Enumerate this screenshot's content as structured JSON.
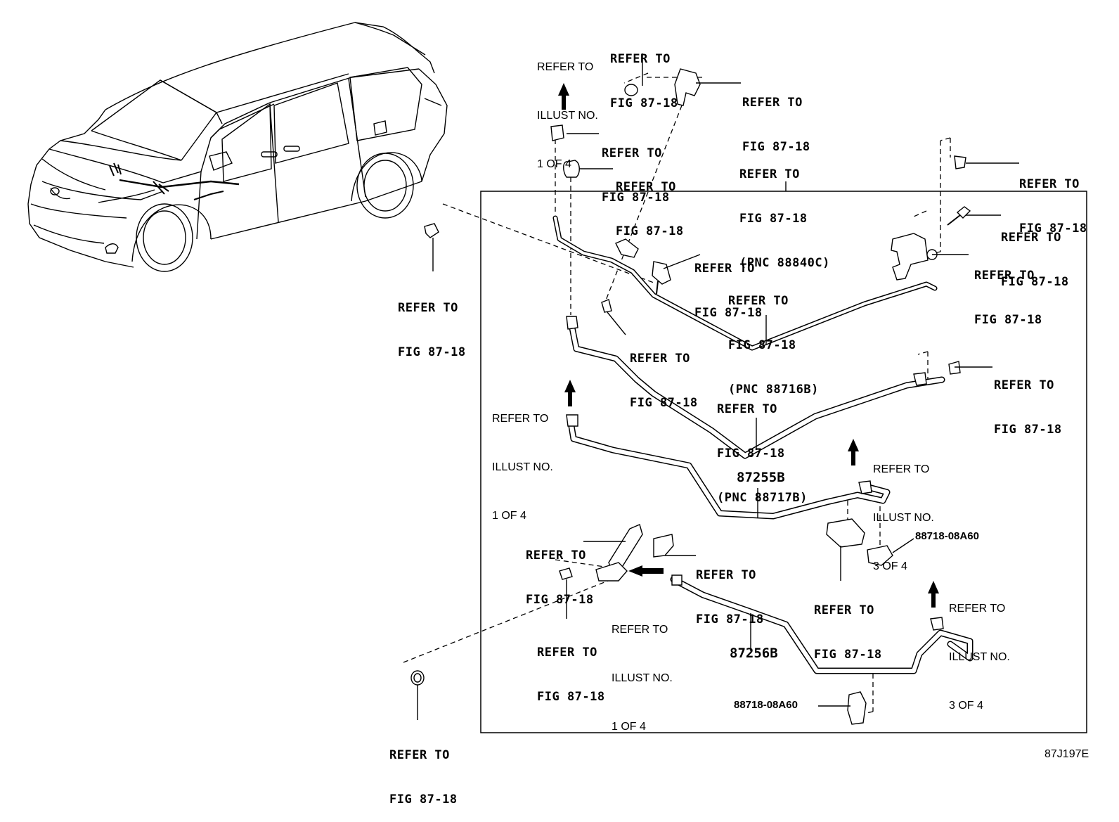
{
  "figure_code": "87J197E",
  "labels": {
    "illust_top": [
      "REFER TO",
      "ILLUST NO.",
      "1 OF 4"
    ],
    "fig_top_1": [
      "REFER TO",
      "FIG 87-18"
    ],
    "fig_top_2": [
      "REFER TO",
      "FIG 87-18"
    ],
    "fig_clip_a": [
      "REFER TO",
      "FIG 87-18"
    ],
    "fig_clip_b": [
      "REFER TO",
      "FIG 87-18"
    ],
    "fig_pnc_88840c": [
      "REFER TO",
      "FIG 87-18",
      "(PNC 88840C)"
    ],
    "fig_top_right": [
      "REFER TO",
      "FIG 87-18"
    ],
    "fig_left_clip": [
      "REFER TO",
      "FIG 87-18"
    ],
    "fig_bolt_right": [
      "REFER TO",
      "FIG 87-18"
    ],
    "fig_bracket_right": [
      "REFER TO",
      "FIG 87-18"
    ],
    "fig_valve": [
      "REFER TO",
      "FIG 87-18"
    ],
    "fig_pnc_88716b": [
      "REFER TO",
      "FIG 87-18",
      "(PNC 88716B)"
    ],
    "fig_bolt_mid": [
      "REFER TO",
      "FIG 87-18"
    ],
    "fig_right_mid": [
      "REFER TO",
      "FIG 87-18"
    ],
    "illust_mid_left": [
      "REFER TO",
      "ILLUST NO.",
      "1 OF 4"
    ],
    "fig_pnc_88717b": [
      "REFER TO",
      "FIG 87-18",
      "(PNC 88717B)"
    ],
    "illust_mid_right": [
      "REFER TO",
      "ILLUST NO.",
      "3 OF 4"
    ],
    "fig_bracket_left": [
      "REFER TO",
      "FIG 87-18"
    ],
    "fig_bracket_left_b": [
      "REFER TO",
      "FIG 87-18"
    ],
    "fig_clamp_mid": [
      "REFER TO",
      "FIG 87-18"
    ],
    "illust_lower_mid": [
      "REFER TO",
      "ILLUST NO.",
      "1 OF 4"
    ],
    "fig_bolt_lower": [
      "REFER TO",
      "FIG 87-18"
    ],
    "illust_lower_right": [
      "REFER TO",
      "ILLUST NO.",
      "3 OF 4"
    ],
    "fig_bottom_left": [
      "REFER TO",
      "FIG 87-18"
    ]
  },
  "part_numbers": {
    "pipe_upper": "87255B",
    "pipe_lower": "87256B",
    "clamp_a": "88718-08A60",
    "clamp_b": "88718-08A60"
  }
}
